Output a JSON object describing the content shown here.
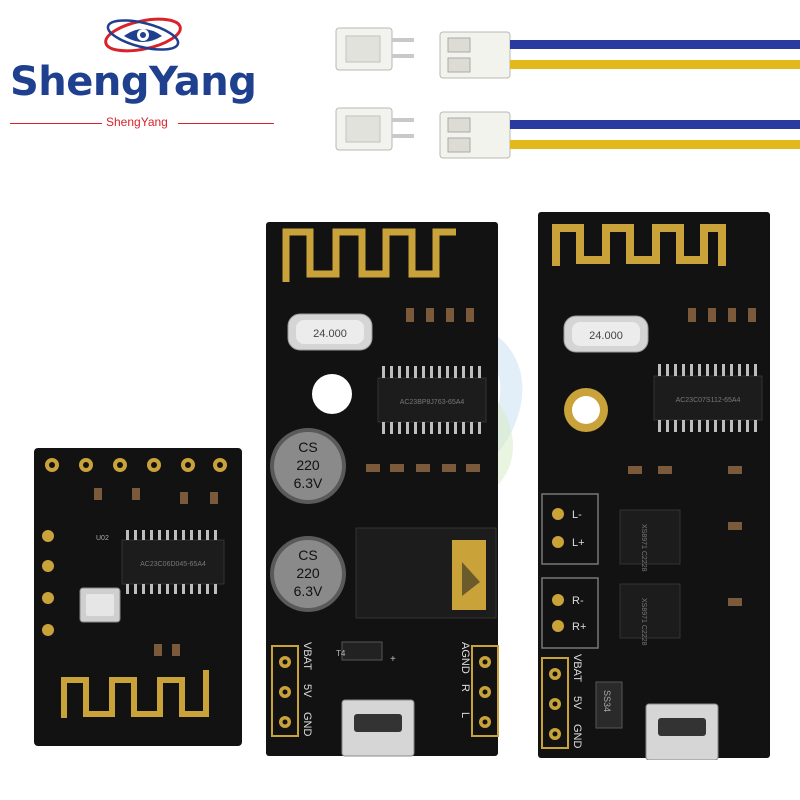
{
  "brand": {
    "name": "ShengYang",
    "tagline": "ShengYang"
  },
  "middle_board": {
    "crystal": "24.000",
    "chip": "AC23BP8J763-65A4",
    "cap1": [
      "CS",
      "220",
      "6.3V"
    ],
    "cap2": [
      "CS",
      "220",
      "6.3V"
    ],
    "pin_left": [
      "VBAT",
      "5V",
      "GND"
    ],
    "pin_right": [
      "AGND",
      "R",
      "L"
    ],
    "small_labels": [
      "T4",
      "+"
    ]
  },
  "right_board": {
    "crystal": "24.000",
    "chip": "AC23C07S112-65A4",
    "amp_chips": [
      "XS8971 C2228",
      "XS8971 C2228"
    ],
    "l_pads": [
      "L-",
      "L+"
    ],
    "r_pads": [
      "R-",
      "R+"
    ],
    "pin_left": [
      "VBAT",
      "5V",
      "GND"
    ],
    "diode": "SS34"
  },
  "left_board": {
    "chip": "AC23C06D045-65A4",
    "tag": "U02"
  },
  "colors": {
    "brand_blue": "#1f3f8f",
    "brand_red": "#d8232a",
    "pcb": "#121212",
    "gold": "#c9a23a",
    "wire_blue": "#2b3a9e",
    "wire_yellow": "#e2b81a"
  }
}
